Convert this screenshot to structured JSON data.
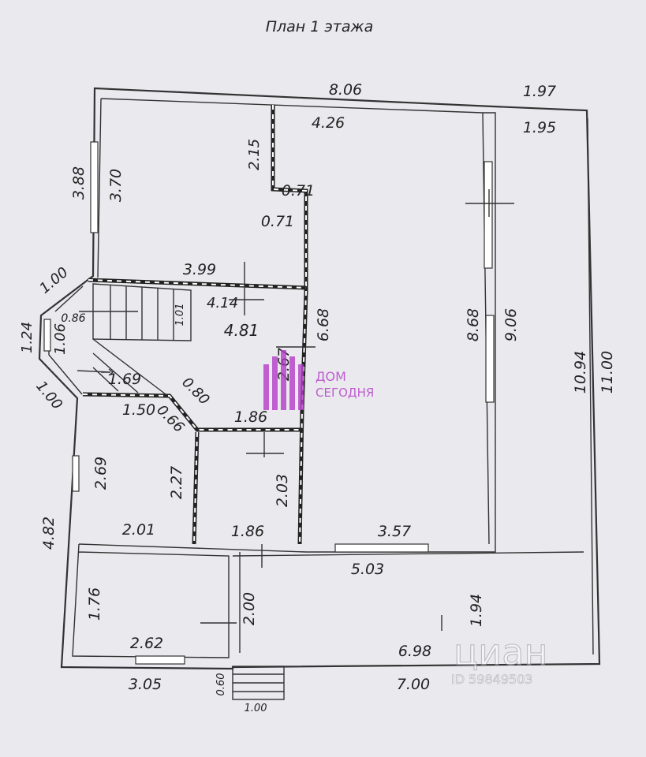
{
  "title": "План 1 этажа",
  "dimensions": {
    "d806": "8.06",
    "d197": "1.97",
    "d426": "4.26",
    "d195": "1.95",
    "d388": "3.88",
    "d370": "3.70",
    "d215": "2.15",
    "d071a": "0.71",
    "d071b": "0.71",
    "d399": "3.99",
    "d100a": "1.00",
    "d414": "4.14",
    "d086": "0.86",
    "d101": "1.01",
    "d124": "1.24",
    "d106": "1.06",
    "d481": "4.81",
    "d668": "6.68",
    "d267": "2.67",
    "d868": "8.68",
    "d906": "9.06",
    "d1094": "10.94",
    "d1100": "11.00",
    "d169": "1.69",
    "d100b": "1.00",
    "d080": "0.80",
    "d150": "1.50",
    "d066": "0.66",
    "d186a": "1.86",
    "d269": "2.69",
    "d227": "2.27",
    "d203": "2.03",
    "d482": "4.82",
    "d201": "2.01",
    "d186b": "1.86",
    "d357": "3.57",
    "d503": "5.03",
    "d176": "1.76",
    "d200": "2.00",
    "d194": "1.94",
    "d262": "2.62",
    "d698": "6.98",
    "d305": "3.05",
    "d060": "0.60",
    "d700": "7.00",
    "d100c": "1.00"
  },
  "watermark": {
    "line1": "ДОМ",
    "line2": "СЕГОДНЯ",
    "color": "#b43cc8"
  },
  "stamp": {
    "brand": "циан",
    "id": "ID 59849503"
  }
}
